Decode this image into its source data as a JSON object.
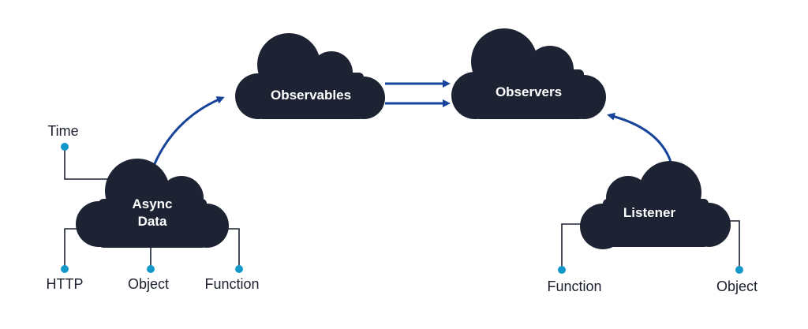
{
  "clouds": {
    "observables": "Observables",
    "observers": "Observers",
    "async_line1": "Async",
    "async_line2": "Data",
    "listener": "Listener"
  },
  "labels": {
    "time": "Time",
    "http": "HTTP",
    "object_left": "Object",
    "function_left": "Function",
    "function_right": "Function",
    "object_right": "Object"
  },
  "colors": {
    "cloud": "#1d2333",
    "arrow": "#17449a",
    "dot": "#1497c9",
    "text": "#1b1f2e"
  }
}
